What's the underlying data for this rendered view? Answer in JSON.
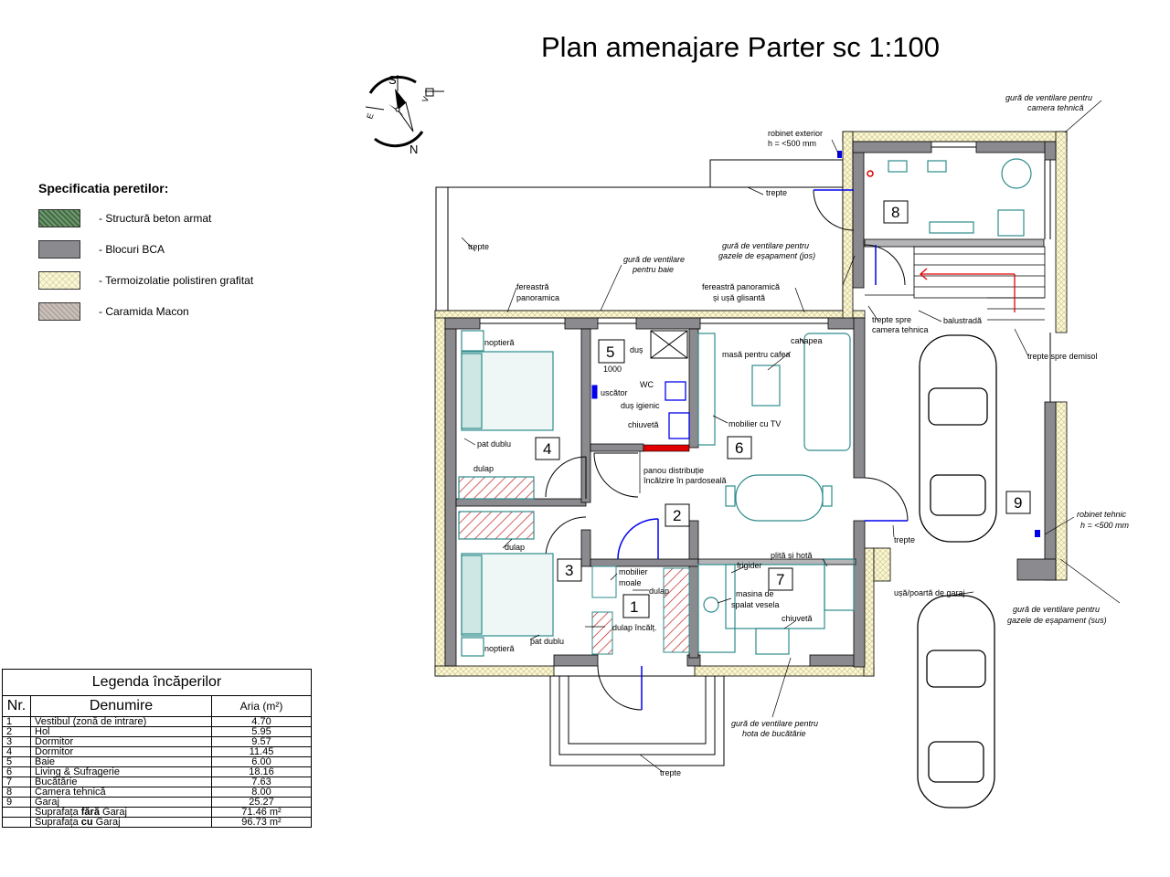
{
  "title": "Plan amenajare Parter sc 1:100",
  "compass": {
    "south": "S",
    "north": "N",
    "east": "E",
    "west": "V"
  },
  "wall_spec": {
    "title": "Specificatia peretilor:",
    "items": [
      {
        "label": "- Structură beton armat"
      },
      {
        "label": "- Blocuri BCA"
      },
      {
        "label": "- Termoizolatie polistiren grafitat"
      },
      {
        "label": "- Caramida Macon"
      }
    ]
  },
  "rooms": {
    "r1": "1",
    "r2": "2",
    "r3": "3",
    "r4": "4",
    "r5": "5",
    "r6": "6",
    "r7": "7",
    "r8": "8",
    "r9": "9"
  },
  "dim_1000": "1000",
  "labels": {
    "trepte": "trepte",
    "robinet_exterior_1": "robinet exterior",
    "robinet_exterior_2": "h = <500 mm",
    "gura_camera_1": "gură de ventilare pentru",
    "gura_camera_2": "camera tehnică",
    "gura_gaze_jos_1": "gură de ventilare pentru",
    "gura_gaze_jos_2": "gazele de eșapament (jos)",
    "gura_baie_1": "gură de ventilare",
    "gura_baie_2": "pentru baie",
    "fereastra_1": "fereastră",
    "fereastra_2": "panoramica",
    "fereastra_usa_1": "fereastră panoramică",
    "fereastra_usa_2": "și ușă glisantă",
    "trepte_camera_1": "trepte spre",
    "trepte_camera_2": "camera tehnica",
    "balustrada": "balustradă",
    "trepte_demisol": "trepte spre demisol",
    "noptiera": "noptieră",
    "dus": "duș",
    "canapea": "canapea",
    "masa_cafea": "masă pentru cafea",
    "wc": "WC",
    "uscator": "uscător",
    "dus_igienic": "duș igienic",
    "chiuveta": "chiuvetă",
    "mobilier_tv": "mobilier cu TV",
    "pat_dublu": "pat dublu",
    "dulap": "dulap",
    "panou_1": "panou distribuție",
    "panou_2": "încălzire în pardoseală",
    "robinet_tehnic_1": "robinet tehnic",
    "robinet_tehnic_2": "h = <500 mm",
    "plita": "plită și hotă",
    "frigider": "frigider",
    "mobilier_moale_1": "mobilier",
    "mobilier_moale_2": "moale",
    "masina_1": "masina de",
    "masina_2": "spalat vesela",
    "dulap_incalt": "dulap încălț.",
    "usa_garaj": "ușă/poartă de garaj",
    "gura_gaze_sus_1": "gură de ventilare pentru",
    "gura_gaze_sus_2": "gazele de eșapament (sus)",
    "gura_hota_1": "gură de ventilare pentru",
    "gura_hota_2": "hota de bucătărie"
  },
  "legend": {
    "title": "Legenda încăperilor",
    "col_nr": "Nr.",
    "col_name": "Denumire",
    "col_area": "Aria (m²)",
    "rows": [
      {
        "nr": "1",
        "name": "Vestibul (zonă de intrare)",
        "area": "4.70"
      },
      {
        "nr": "2",
        "name": "Hol",
        "area": "5.95"
      },
      {
        "nr": "3",
        "name": "Dormitor",
        "area": "9.57"
      },
      {
        "nr": "4",
        "name": "Dormitor",
        "area": "11.45"
      },
      {
        "nr": "5",
        "name": "Baie",
        "area": "6.00"
      },
      {
        "nr": "6",
        "name": "Living & Sufragerie",
        "area": "18.16"
      },
      {
        "nr": "7",
        "name": "Bucătărie",
        "area": "7.63"
      },
      {
        "nr": "8",
        "name": "Camera tehnică",
        "area": "8.00"
      },
      {
        "nr": "9",
        "name": "Garaj",
        "area": "25.27"
      }
    ],
    "total_without_garage": {
      "label_a": "Suprafața ",
      "label_b": "fără",
      "label_c": " Garaj",
      "value": "71.46 m²"
    },
    "total_with_garage": {
      "label_a": "Suprafața ",
      "label_b": "cu",
      "label_c": " Garaj",
      "value": "96.73 m²"
    }
  },
  "colors": {
    "wall": "#8b8b8f",
    "insulation": "#fbf7d4",
    "furniture": "#2e8b8b",
    "fixture_blue": "#0000ee",
    "panel_red": "#e00000"
  }
}
